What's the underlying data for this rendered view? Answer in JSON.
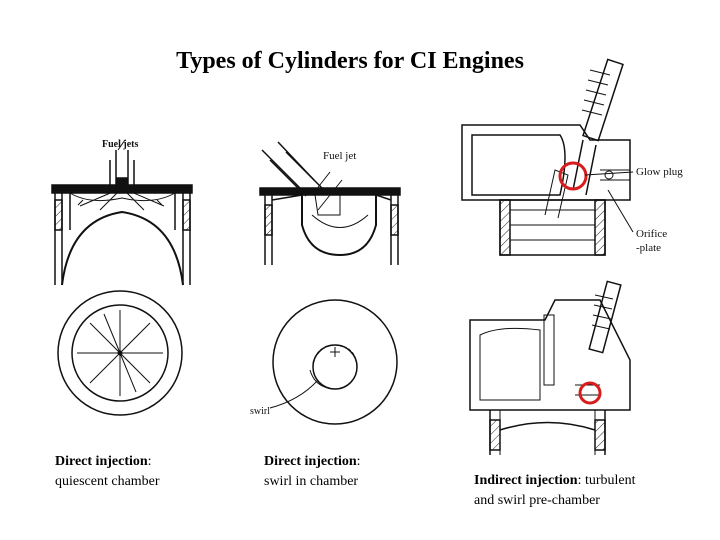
{
  "title": "Types of Cylinders for CI Engines",
  "labels": {
    "fuel_jets": "Fuel jets",
    "fuel_jet": "Fuel jet",
    "glow_plug": "Glow plug",
    "orifice_1": "Orifice",
    "orifice_2": "-plate",
    "swirl": "swirl"
  },
  "captions": [
    {
      "bold": "Direct injection",
      "suffix": ":",
      "line2": "quiescent chamber"
    },
    {
      "bold": "Direct injection",
      "suffix": ":",
      "line2": "swirl in chamber"
    },
    {
      "bold": "Indirect injection",
      "suffix": ": turbulent",
      "line2": "and swirl pre-chamber"
    }
  ],
  "colors": {
    "highlight": "#d81b1b",
    "line": "#111111"
  }
}
